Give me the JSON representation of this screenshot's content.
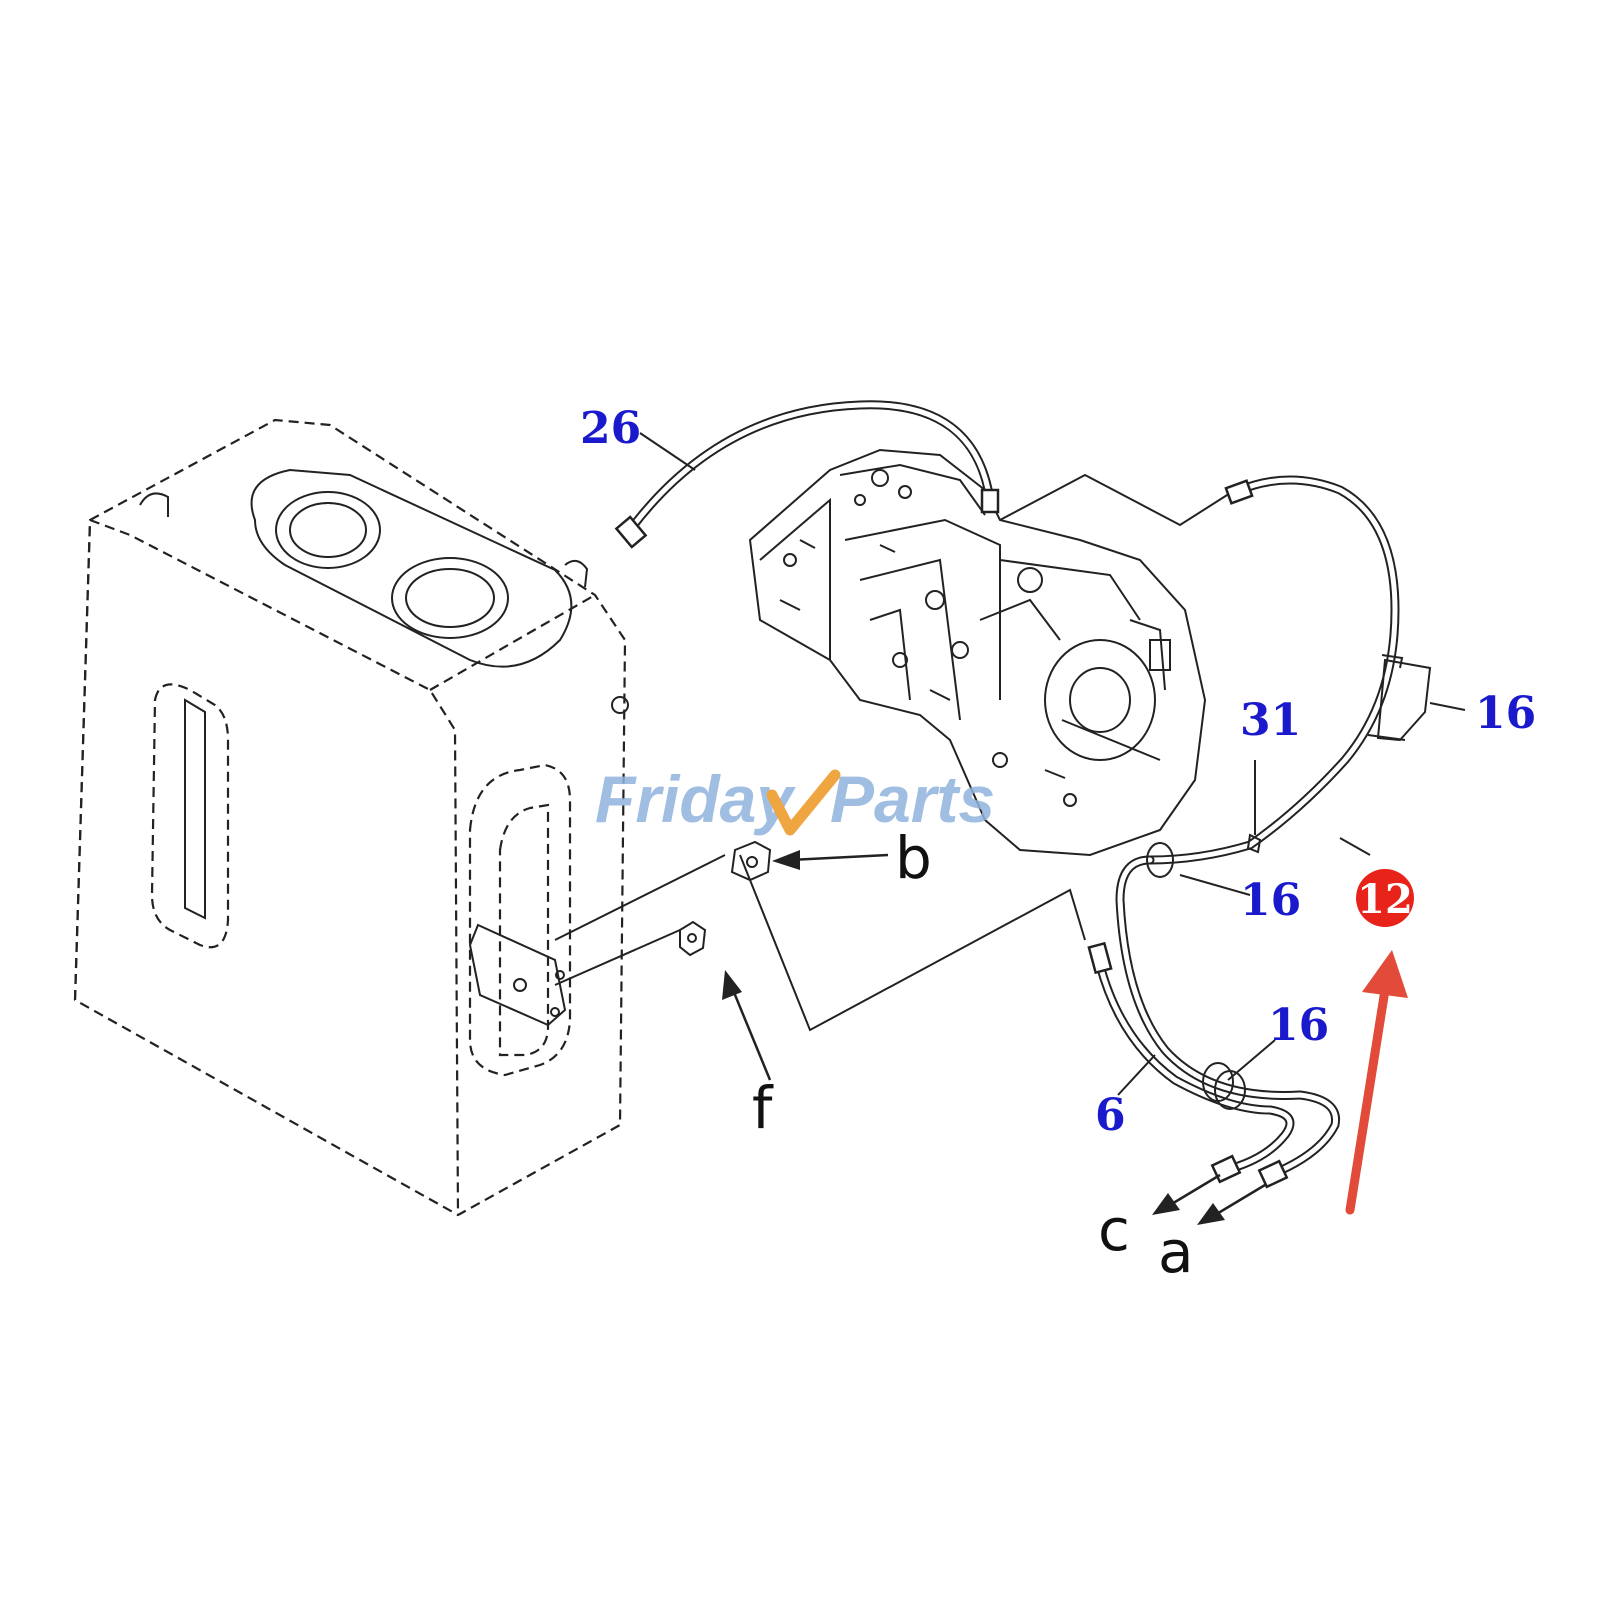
{
  "callouts": {
    "c26": "26",
    "c16_right": "16",
    "c31": "31",
    "c16_mid": "16",
    "c16_lower": "16",
    "c6": "6",
    "c12": "12"
  },
  "ports": {
    "b": "b",
    "f": "f",
    "c": "c",
    "a": "a"
  },
  "watermark": {
    "part1": "Friday",
    "part2": "Parts"
  },
  "colors": {
    "callout": "#1a1acc",
    "highlight": "#e8231a",
    "arrow": "#e24a3a",
    "watermark_blue": "#8fb3dc",
    "watermark_orange": "#f0a640"
  }
}
